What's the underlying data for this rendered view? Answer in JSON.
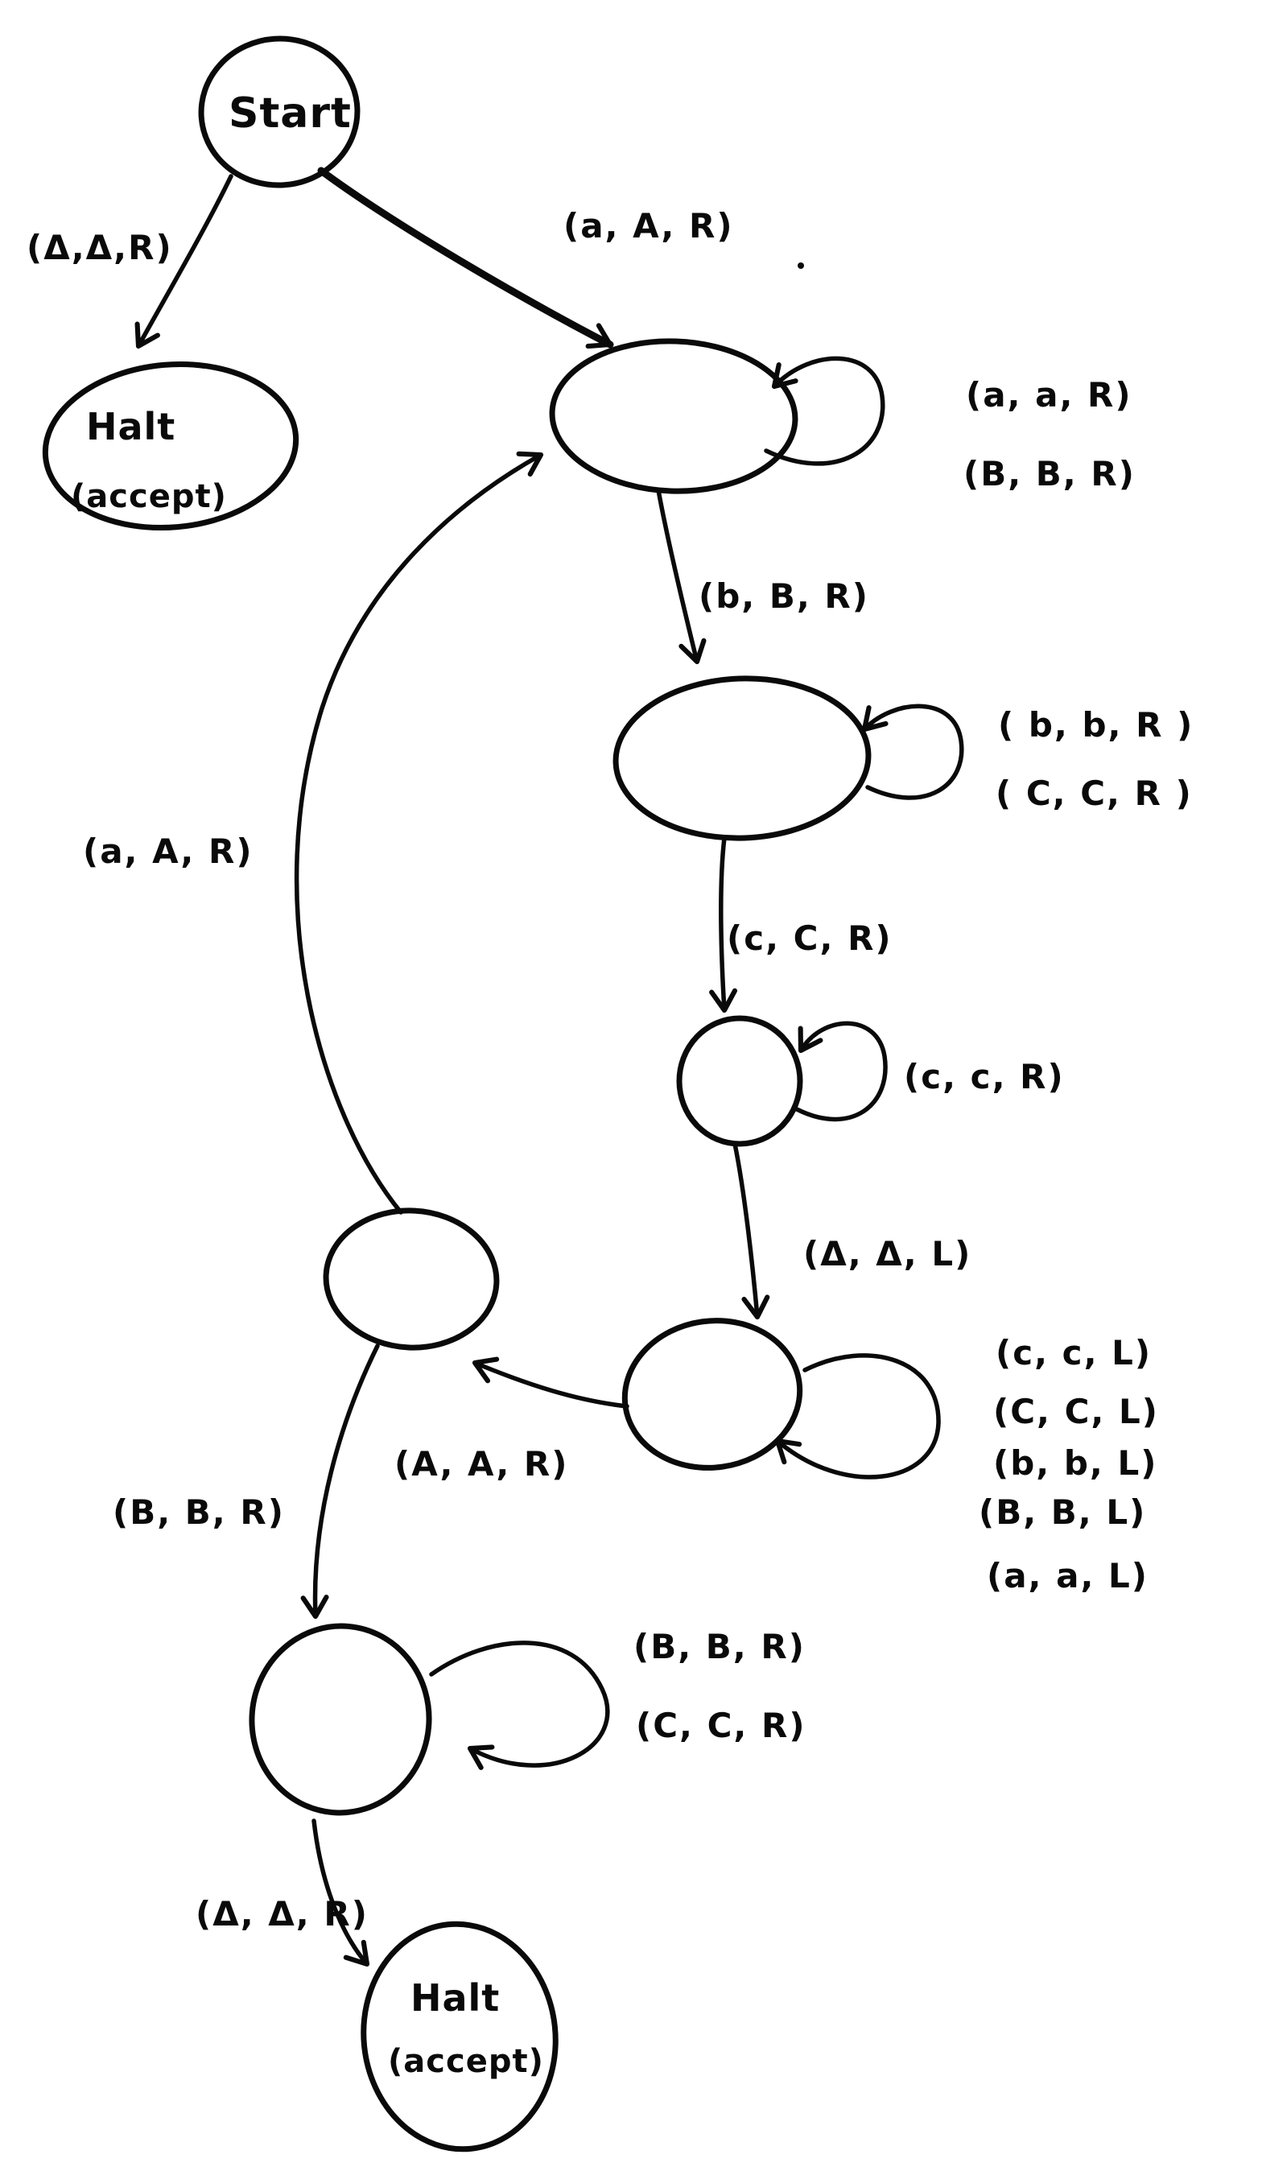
{
  "diagram": {
    "kind": "hand-drawn turing-machine state diagram",
    "ink_color": "#0a0a0a",
    "background_color": "#ffffff",
    "nodes": {
      "start": {
        "label": "Start"
      },
      "halt_top": {
        "line1": "Halt",
        "line2": "(accept)"
      },
      "halt_bottom": {
        "line1": "Halt",
        "line2": "(accept)"
      }
    },
    "edge_labels": {
      "start_to_halt": "(Δ,Δ,R)",
      "start_to_q1": "(a, A, R)",
      "q1_loop_line1": "(a, a, R)",
      "q1_loop_line2": "(B, B, R)",
      "q1_to_q2": "(b, B, R)",
      "q2_loop_line1": "( b, b, R )",
      "q2_loop_line2": "( C, C, R )",
      "q2_to_q3": "(c, C, R)",
      "q3_loop": "(c, c, R)",
      "q3_to_q4": "(Δ, Δ, L)",
      "q4_loop_line1": "(c, c, L)",
      "q4_loop_line2": "(C, C, L)",
      "q4_loop_line3": "(b, b, L)",
      "q4_loop_line4": "(B, B, L)",
      "q4_loop_line5": "(a, a, L)",
      "q4_to_q5": "(A, A, R)",
      "q5_to_q1": "(a, A, R)",
      "q5_to_q6": "(B, B, R)",
      "q6_loop_line1": "(B, B, R)",
      "q6_loop_line2": "(C, C, R)",
      "q6_to_halt": "(Δ, Δ, R)"
    }
  }
}
